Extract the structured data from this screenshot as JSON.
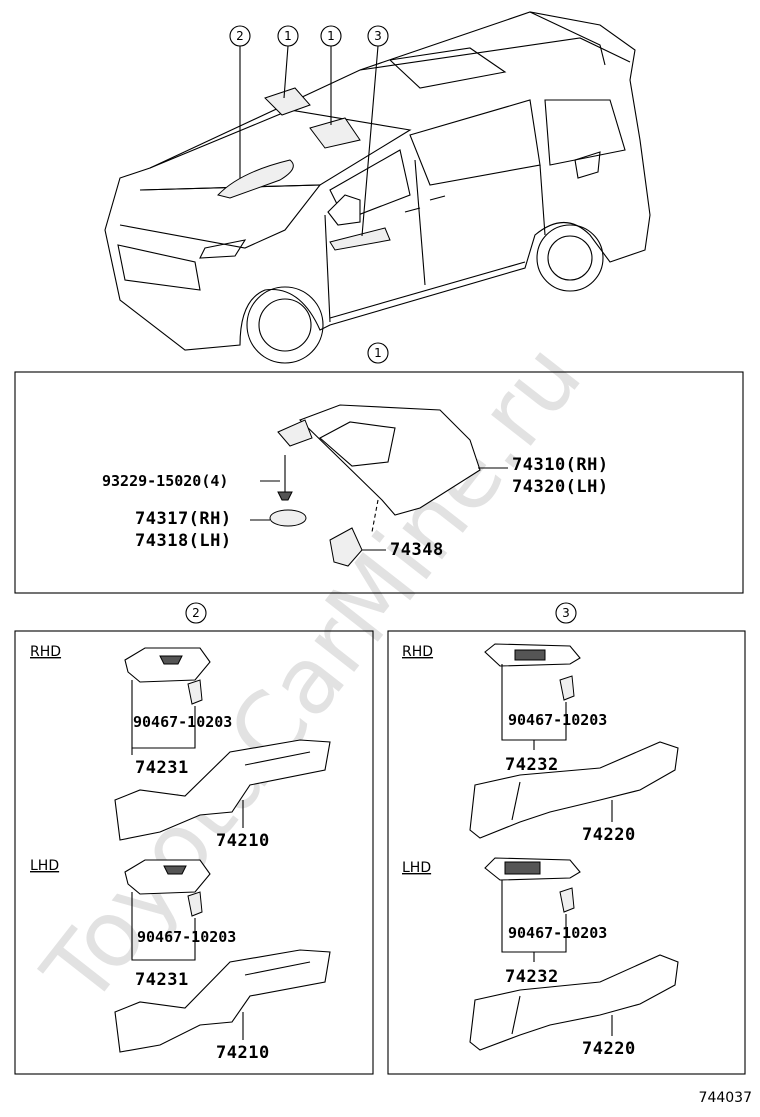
{
  "watermark": "ToyotaCarMine.ru",
  "diagram_number": "744037",
  "overview_callouts": [
    "2",
    "1",
    "1",
    "3"
  ],
  "section_visor": {
    "marker": "1",
    "labels": {
      "screw": "93229-15020(4)",
      "visor_rh": "74310(RH)",
      "visor_lh": "74320(LH)",
      "holder_rh": "74317(RH)",
      "holder_lh": "74318(LH)",
      "clip": "74348"
    }
  },
  "section_front_door": {
    "marker": "2",
    "rhd": {
      "heading": "RHD",
      "clip": "90467-10203",
      "base": "74231",
      "armrest": "74210"
    },
    "lhd": {
      "heading": "LHD",
      "clip": "90467-10203",
      "base": "74231",
      "armrest": "74210"
    }
  },
  "section_rear_door": {
    "marker": "3",
    "rhd": {
      "heading": "RHD",
      "clip": "90467-10203",
      "base": "74232",
      "armrest": "74220"
    },
    "lhd": {
      "heading": "LHD",
      "clip": "90467-10203",
      "base": "74232",
      "armrest": "74220"
    }
  }
}
